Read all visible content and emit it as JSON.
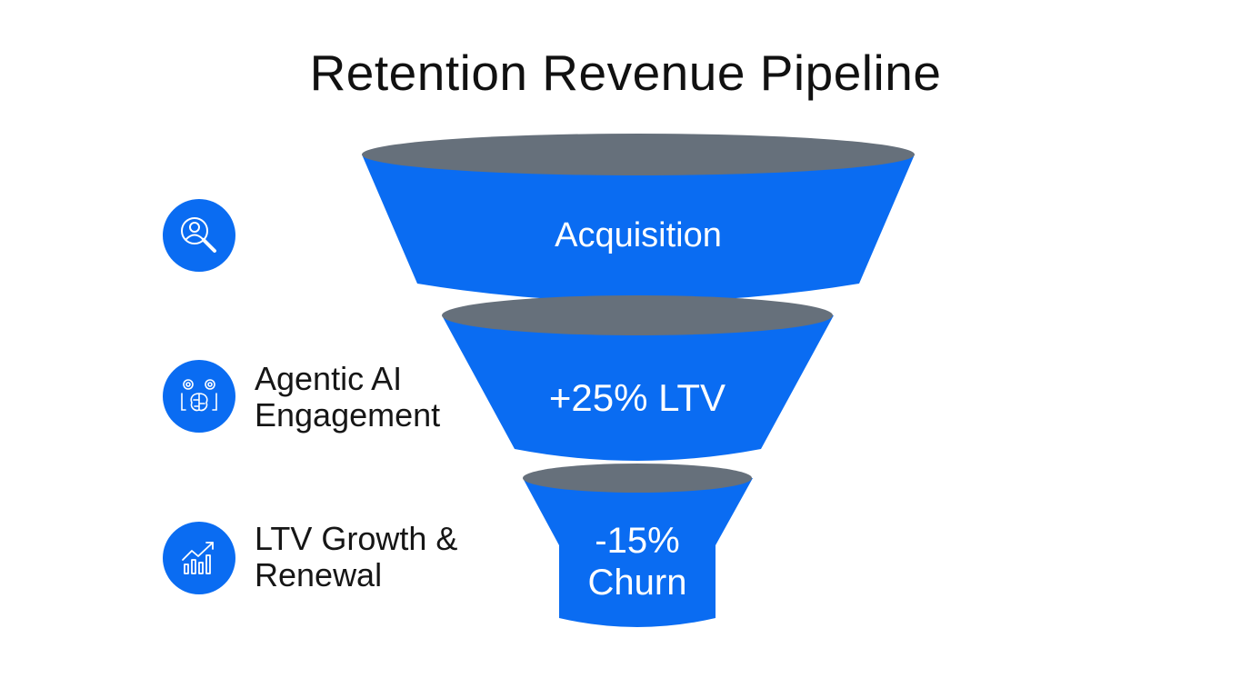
{
  "title": "Retention Revenue Pipeline",
  "colors": {
    "funnel_blue": "#0a6cf2",
    "funnel_top": "#66707b",
    "icon_blue": "#0a6cf2",
    "text": "#161616"
  },
  "funnel": {
    "stages": [
      {
        "label_lines": [
          "Acquisition"
        ]
      },
      {
        "label_lines": [
          "+25% LTV"
        ]
      },
      {
        "label_lines": [
          "-15%",
          "Churn"
        ]
      }
    ]
  },
  "side_items": [
    {
      "icon": "user-search-icon",
      "label_lines": []
    },
    {
      "icon": "ai-brain-gears-icon",
      "label_lines": [
        "Agentic AI",
        "Engagement"
      ]
    },
    {
      "icon": "growth-chart-icon",
      "label_lines": [
        "LTV Growth &",
        "Renewal"
      ]
    }
  ]
}
